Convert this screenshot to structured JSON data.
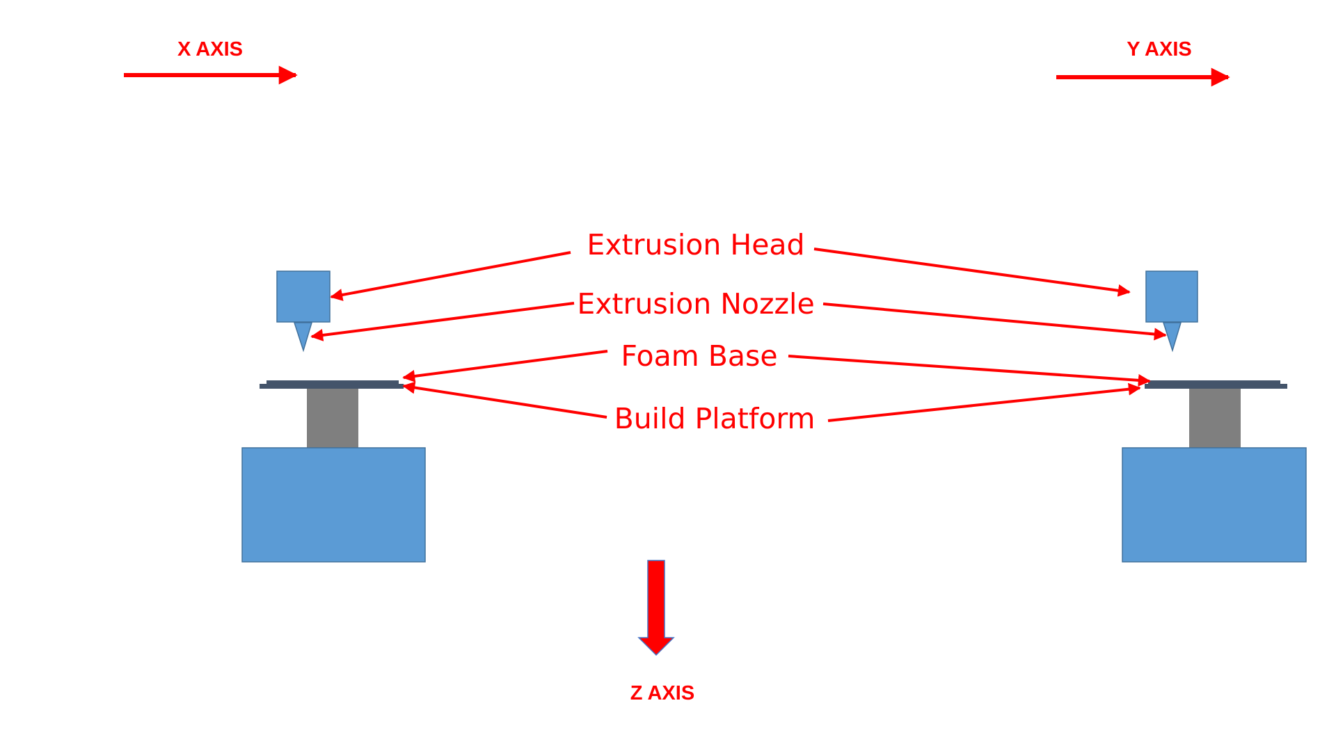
{
  "axes": {
    "x_label": "X AXIS",
    "y_label": "Y AXIS",
    "z_label": "Z AXIS"
  },
  "callouts": {
    "extrusion_head": "Extrusion Head",
    "extrusion_nozzle": "Extrusion Nozzle",
    "foam_base": "Foam Base",
    "build_platform": "Build Platform"
  },
  "colors": {
    "annotation": "#ff0000",
    "machine_body": "#5b9bd5",
    "machine_outline": "#41719c",
    "platform": "#44546a",
    "column": "#7f7f7f",
    "background": "#ffffff"
  }
}
